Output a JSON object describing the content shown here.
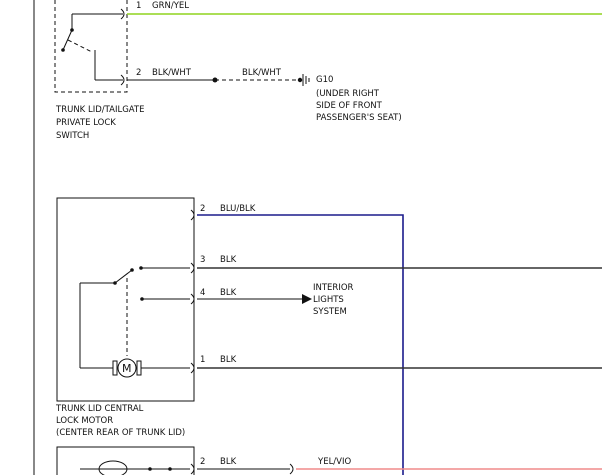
{
  "colors": {
    "grn_yel": "#8fd41e",
    "blu_blk": "#1c1c8c",
    "blk": "#333333",
    "yel_vio": "#f08a8a",
    "ink": "#111111"
  },
  "switch_block": {
    "pin1": "1",
    "pin1_wire": "GRN/YEL",
    "pin2": "2",
    "pin2_wire": "BLK/WHT",
    "ext_wire": "BLK/WHT",
    "ground_id": "G10",
    "ground_loc": [
      "(UNDER RIGHT",
      "SIDE OF FRONT",
      "PASSENGER'S SEAT)"
    ],
    "label": [
      "TRUNK LID/TAILGATE",
      "PRIVATE LOCK",
      "SWITCH"
    ]
  },
  "motor_block": {
    "pin2": "2",
    "pin2_wire": "BLU/BLK",
    "pin3": "3",
    "pin3_wire": "BLK",
    "pin4": "4",
    "pin4_wire": "BLK",
    "pin4_dest": [
      "INTERIOR",
      "LIGHTS",
      "SYSTEM"
    ],
    "pin1": "1",
    "pin1_wire": "BLK",
    "motor_symbol": "M",
    "label": [
      "TRUNK LID CENTRAL",
      "LOCK MOTOR",
      "(CENTER REAR OF TRUNK LID)"
    ]
  },
  "bottom_block": {
    "pin2": "2",
    "pin2_wire": "BLK",
    "ext_wire": "YEL/VIO"
  }
}
